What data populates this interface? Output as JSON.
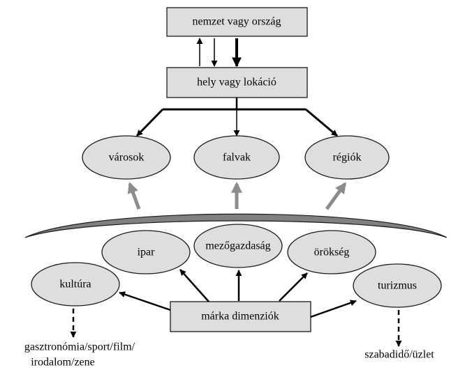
{
  "diagram": {
    "top": "nemzet vagy ország",
    "location": "hely vagy lokáció",
    "places": [
      "városok",
      "falvak",
      "régiók"
    ],
    "dimensions": {
      "industry": "ipar",
      "agriculture": "mezőgazdaság",
      "heritage": "örökség",
      "culture": "kultúra",
      "tourism": "turizmus"
    },
    "center": "márka dimenziók",
    "culture_note_line1": "gasztronómia/sport/film/",
    "culture_note_line2": "irodalom/zene",
    "tourism_note": "szabadidő/üzlet"
  },
  "colors": {
    "node_fill": "#dedede",
    "arc_fill": "#808080",
    "gray_arrow": "#8c8c8c"
  }
}
